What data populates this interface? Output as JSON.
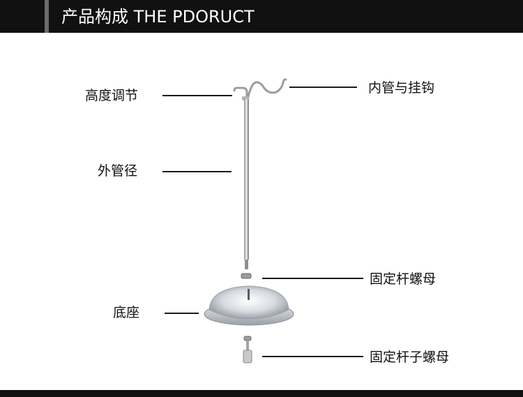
{
  "header": {
    "title": "产品构成  THE PDORUCT"
  },
  "parts": {
    "height_adjust": "高度调节",
    "outer_tube": "外管径",
    "base": "底座",
    "inner_tube_hook": "内管与挂钩",
    "rod_nut": "固定杆螺母",
    "rod_sub_nut": "固定杆子螺母"
  },
  "colors": {
    "header_bg": "#111111",
    "header_accent": "#6b6b6b",
    "text": "#111111"
  }
}
